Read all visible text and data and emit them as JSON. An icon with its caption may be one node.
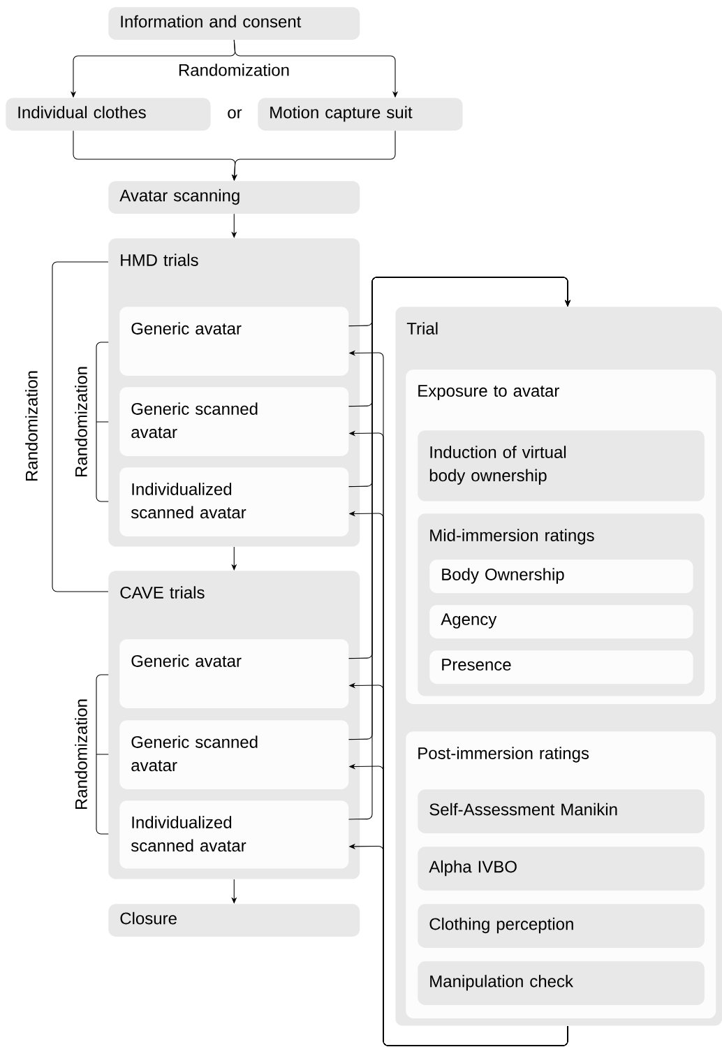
{
  "diagram": {
    "nodes": [
      {
        "text": [
          "Information and consent"
        ]
      },
      {
        "text": [
          "Individual clothes"
        ]
      },
      {
        "text": [
          "Motion capture suit"
        ]
      },
      {
        "text": [
          "Avatar scanning"
        ]
      },
      {
        "text": [
          "HMD trials"
        ]
      },
      {
        "text": [
          "Generic avatar"
        ],
        "in": 4
      },
      {
        "text": [
          "Generic scanned avatar"
        ],
        "in": 4
      },
      {
        "text": [
          "Individualized scanned avatar"
        ],
        "in": 4
      },
      {
        "text": [
          "CAVE trials"
        ]
      },
      {
        "text": [
          "Generic avatar"
        ],
        "in": 8
      },
      {
        "text": [
          "Generic scanned avatar"
        ],
        "in": 8
      },
      {
        "text": [
          "Individualized scanned avatar"
        ],
        "in": 8
      },
      {
        "text": [
          "Closure"
        ]
      },
      {
        "text": [
          "Trial"
        ]
      },
      {
        "text": [
          "Exposure to avatar"
        ],
        "in": 13
      },
      {
        "text": [
          "Induction of virtual body ownership"
        ],
        "in": 14
      },
      {
        "text": [
          "Mid-immersion ratings"
        ],
        "in": 14
      },
      {
        "text": [
          "Body Ownership"
        ],
        "in": 16
      },
      {
        "text": [
          "Agency"
        ],
        "in": 16
      },
      {
        "text": [
          "Presence"
        ],
        "in": 16
      },
      {
        "text": [
          "Post-immersion ratings"
        ],
        "in": 13
      },
      {
        "text": [
          "Self-Assessment Manikin"
        ],
        "in": 20
      },
      {
        "text": [
          "Alpha IVBO"
        ],
        "in": 20
      },
      {
        "text": [
          "Clothing perception"
        ],
        "in": 20
      },
      {
        "text": [
          "Manipulation check"
        ],
        "in": 20
      }
    ],
    "edges": [
      {
        "from": 0,
        "to": 1,
        "arrow": "to"
      },
      {
        "from": 0,
        "to": 2,
        "arrow": "to"
      },
      {
        "from": 1,
        "to": 3,
        "arrow": "to"
      },
      {
        "from": 2,
        "to": 3,
        "arrow": "to"
      },
      {
        "from": 3,
        "to": 4,
        "arrow": "to"
      },
      {
        "from": 4,
        "to": 8,
        "arrow": "to"
      },
      {
        "from": 8,
        "to": 12,
        "arrow": "to"
      },
      {
        "from": 5,
        "to": 13,
        "arrow": "to"
      },
      {
        "from": 6,
        "to": 13,
        "arrow": "to"
      },
      {
        "from": 7,
        "to": 13,
        "arrow": "to"
      },
      {
        "from": 9,
        "to": 13,
        "arrow": "to"
      },
      {
        "from": 10,
        "to": 13,
        "arrow": "to"
      },
      {
        "from": 11,
        "to": 13,
        "arrow": "to"
      },
      {
        "from": 13,
        "to": 5,
        "arrow": "to"
      },
      {
        "from": 13,
        "to": 6,
        "arrow": "to"
      },
      {
        "from": 13,
        "to": 7,
        "arrow": "to"
      },
      {
        "from": 13,
        "to": 9,
        "arrow": "to"
      },
      {
        "from": 13,
        "to": 10,
        "arrow": "to"
      },
      {
        "from": 13,
        "to": 11,
        "arrow": "to"
      }
    ],
    "labels": [
      "Randomization",
      "or",
      "Randomization",
      "Randomization",
      "Randomization"
    ]
  }
}
